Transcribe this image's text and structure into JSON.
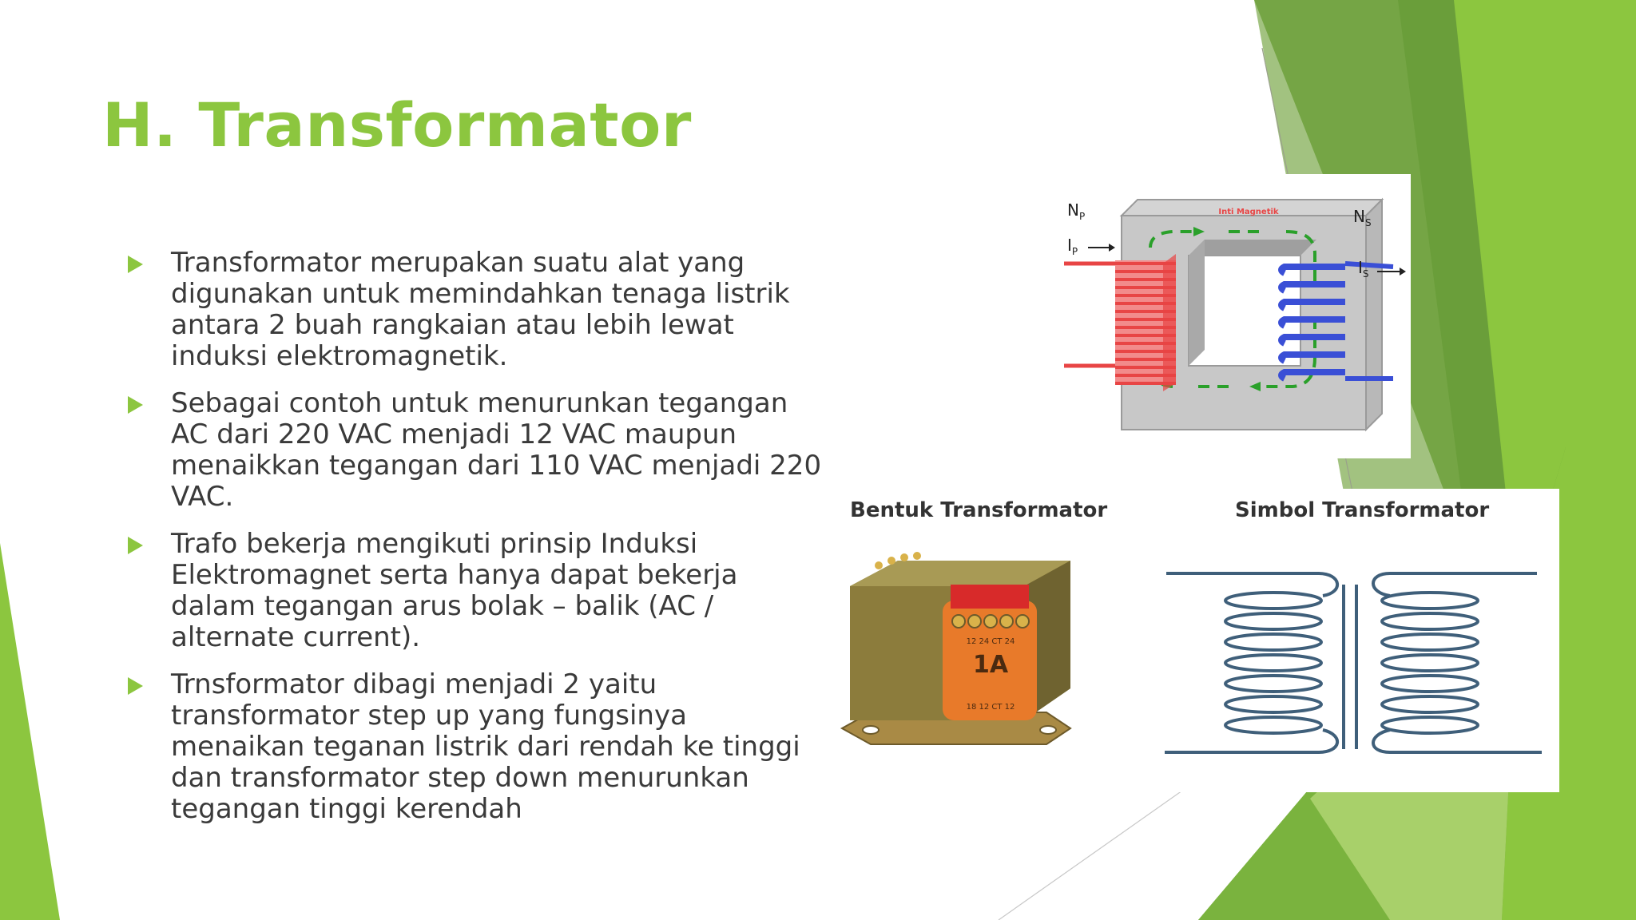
{
  "slide": {
    "title": "H. Transformator",
    "bullets": [
      "Transformator merupakan suatu alat yang digunakan untuk memindahkan tenaga listrik antara 2 buah rangkaian atau lebih lewat induksi elektromagnetik.",
      "Sebagai contoh untuk menurunkan tegangan AC dari 220 VAC menjadi 12 VAC maupun menaikkan tegangan dari 110 VAC menjadi 220 VAC.",
      "Trafo bekerja mengikuti prinsip Induksi Elektromagnet serta hanya dapat bekerja dalam tegangan arus bolak – balik (AC / alternate current).",
      "Trnsformator dibagi menjadi 2 yaitu transformator step up yang fungsinya menaikan teganan listrik dari rendah ke tinggi dan transformator step down menurunkan tegangan tinggi kerendah"
    ],
    "bullet_icon": "triangle-bullet-icon",
    "accent_color": "#8cc63f"
  },
  "core_diagram": {
    "core_label": "Inti Magnetik",
    "np": "N",
    "np_sub": "P",
    "ns": "N",
    "ns_sub": "S",
    "ip": "I",
    "ip_sub": "P",
    "is": "I",
    "is_sub": "S",
    "primary_color": "#e84545",
    "secondary_color": "#3a4fd6",
    "flux_color": "#2aa02a"
  },
  "forms": {
    "bentuk_caption": "Bentuk Transformator",
    "simbol_caption": "Simbol Transformator",
    "label_current": "1A",
    "label_top": "12 24 CT 24",
    "label_bottom": "18 12 CT 12"
  }
}
